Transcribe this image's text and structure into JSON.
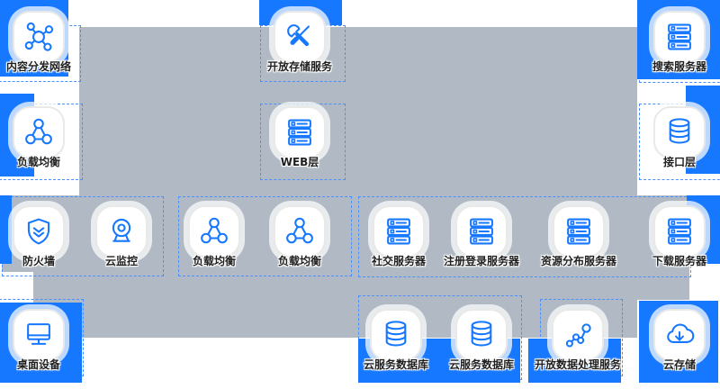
{
  "colors": {
    "canvas_bg": "#ffffff",
    "panel_gray": "#b1bac4",
    "accent_blue": "#1677ff",
    "dash_blue": "#4a90ff",
    "icon_stroke": "#1677ff",
    "label_text": "#1f1f1f"
  },
  "nodes": [
    {
      "label": "内容分发网络",
      "icon": "cdn-icon"
    },
    {
      "label": "开放存储服务",
      "icon": "wrench-screwdriver-icon"
    },
    {
      "label": "搜索服务器",
      "icon": "server-icon"
    },
    {
      "label": "负载均衡",
      "icon": "load-balancer-icon"
    },
    {
      "label": "WEB层",
      "icon": "server-icon"
    },
    {
      "label": "接口层",
      "icon": "database-icon"
    },
    {
      "label": "防火墙",
      "icon": "shield-icon"
    },
    {
      "label": "云监控",
      "icon": "webcam-icon"
    },
    {
      "label": "负载均衡",
      "icon": "load-balancer-icon"
    },
    {
      "label": "负载均衡",
      "icon": "load-balancer-icon"
    },
    {
      "label": "社交服务器",
      "icon": "server-icon"
    },
    {
      "label": "注册登录服务器",
      "icon": "server-icon"
    },
    {
      "label": "资源分布服务器",
      "icon": "server-icon"
    },
    {
      "label": "下载服务器",
      "icon": "server-icon"
    },
    {
      "label": "桌面设备",
      "icon": "desktop-icon"
    },
    {
      "label": "云服务数据库",
      "icon": "database-icon"
    },
    {
      "label": "云服务数据库",
      "icon": "database-icon"
    },
    {
      "label": "开放数据处理服务",
      "icon": "scatter-nodes-icon"
    },
    {
      "label": "云存储",
      "icon": "cloud-download-icon"
    }
  ]
}
